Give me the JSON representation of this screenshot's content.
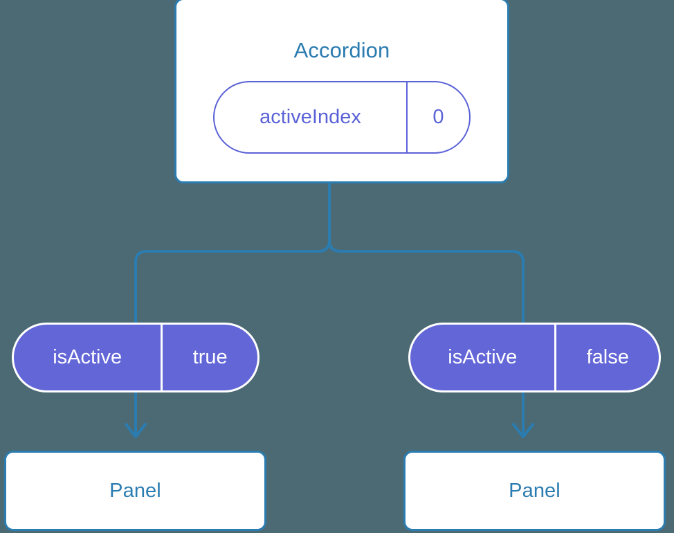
{
  "diagram": {
    "type": "component-tree",
    "background_color": "#4c6a73",
    "accent_blue": "#2b7cb0",
    "accent_purple": "#6266d6",
    "root": {
      "title": "Accordion",
      "state": {
        "key": "activeIndex",
        "value": "0"
      }
    },
    "branches": [
      {
        "prop": {
          "key": "isActive",
          "value": "true"
        },
        "child": {
          "title": "Panel"
        }
      },
      {
        "prop": {
          "key": "isActive",
          "value": "false"
        },
        "child": {
          "title": "Panel"
        }
      }
    ]
  }
}
